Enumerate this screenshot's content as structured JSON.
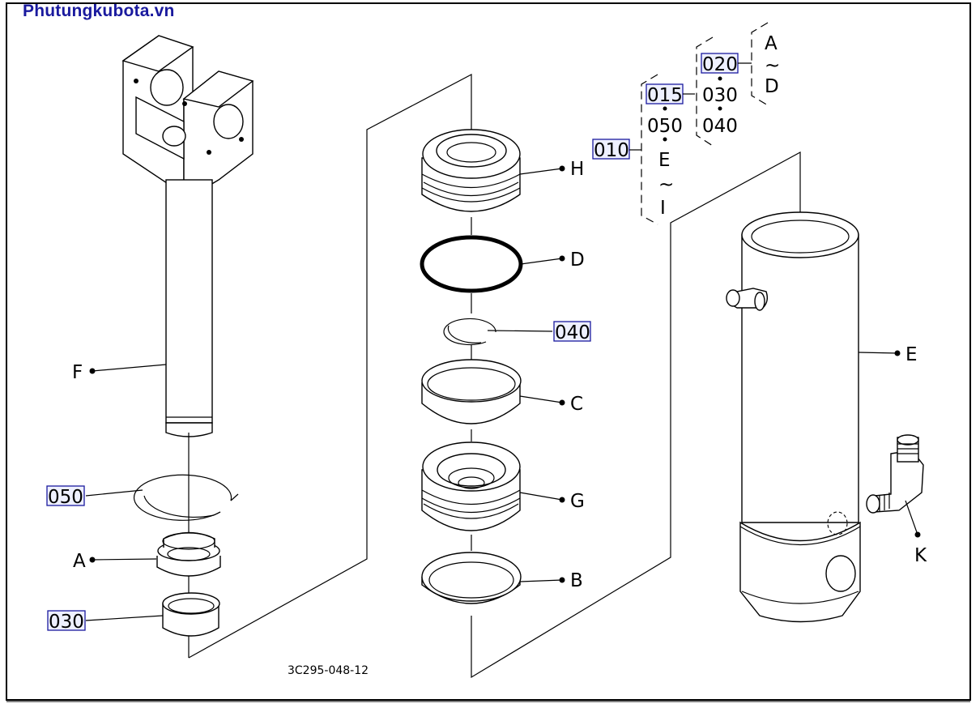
{
  "watermark": "Phutungkubota.vn",
  "diagram_code": "3C295-048-12",
  "callouts": {
    "H": "H",
    "D": "D",
    "040": "040",
    "C": "C",
    "G": "G",
    "B": "B",
    "E": "E",
    "K": "K",
    "F": "F",
    "050": "050",
    "A": "A",
    "030": "030"
  },
  "tree": {
    "root": "010",
    "level1": [
      "015",
      "050",
      "E",
      "~",
      "I"
    ],
    "level2": [
      "020",
      "030",
      "040"
    ],
    "level3": [
      "A",
      "~",
      "D"
    ]
  },
  "highlighted_codes": [
    "010",
    "015",
    "020",
    "040",
    "050",
    "030"
  ]
}
